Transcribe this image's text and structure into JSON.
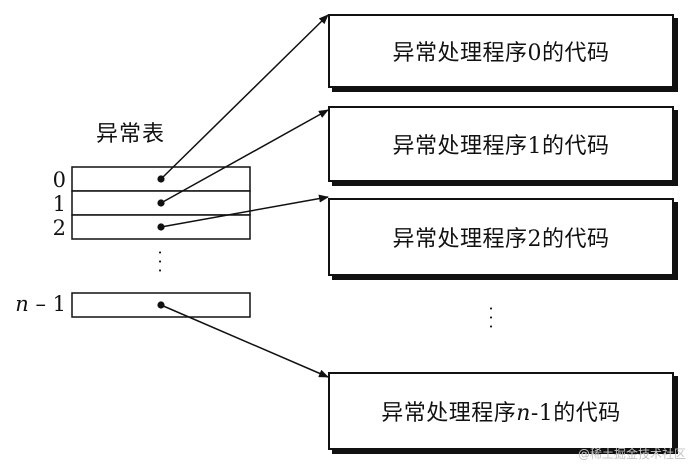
{
  "table": {
    "title": "异常表",
    "row_labels": [
      "0",
      "1",
      "2"
    ],
    "last_row_label_var": "n",
    "last_row_label_rest": " – 1"
  },
  "handlers": [
    {
      "label": "异常处理程序0的代码"
    },
    {
      "label": "异常处理程序1的代码"
    },
    {
      "label": "异常处理程序2的代码"
    },
    {
      "label_prefix": "异常处理程序",
      "label_var": "n",
      "label_suffix": "-1的代码"
    }
  ],
  "watermark": "@稀土掘金技术社区"
}
